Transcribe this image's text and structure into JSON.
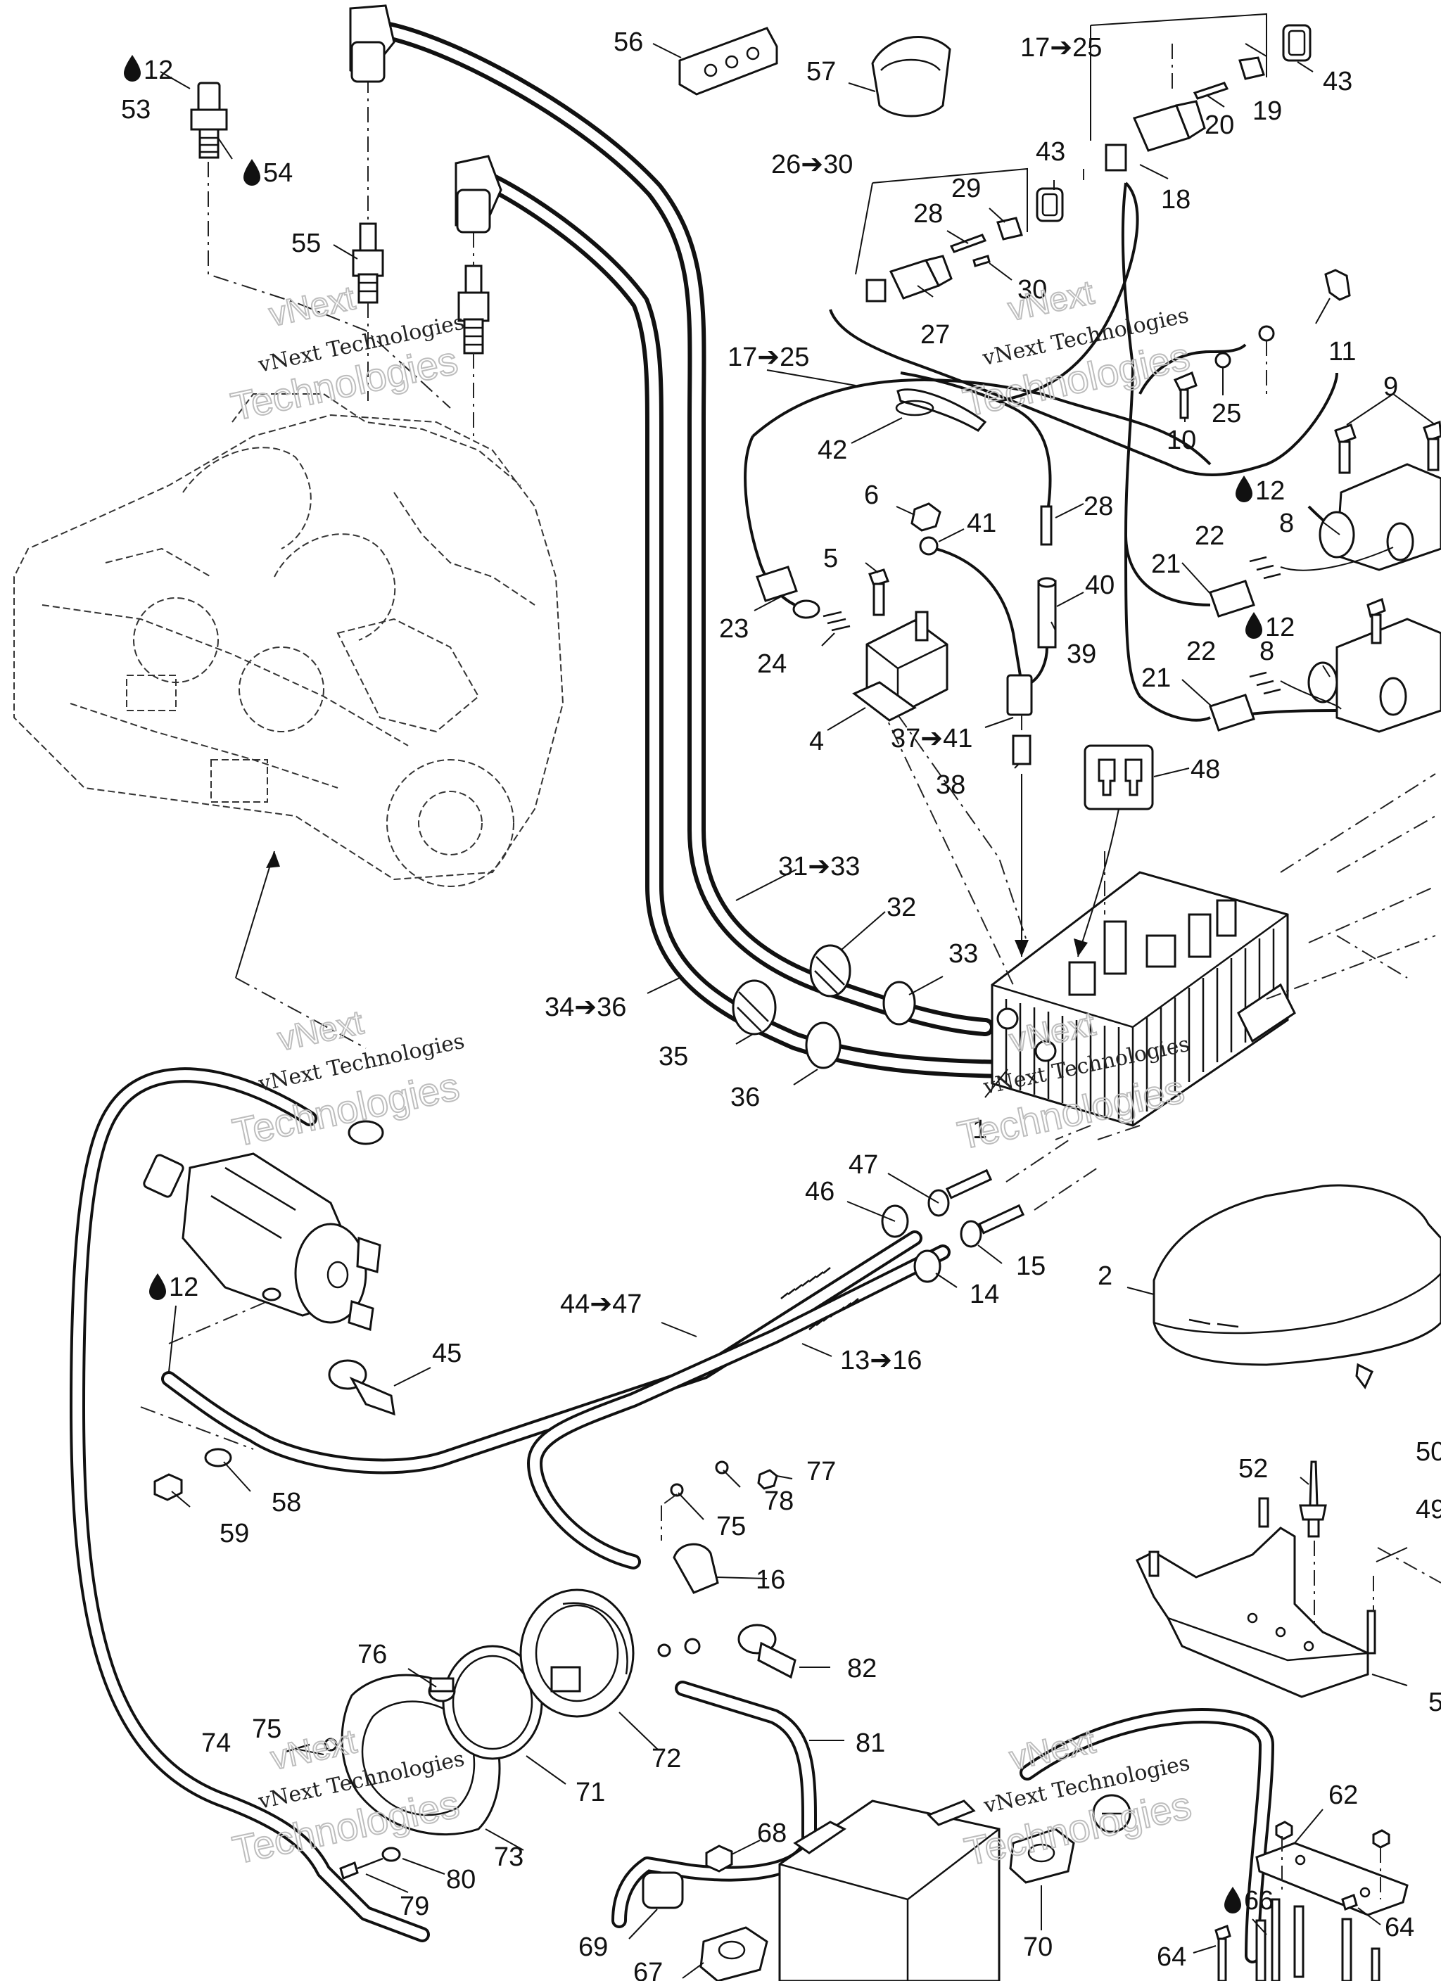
{
  "watermark": {
    "line1": "vNext Technologies",
    "line2": "Technologies",
    "line3": "vNext"
  },
  "labels": [
    {
      "id": "56",
      "text": "56"
    },
    {
      "id": "57",
      "text": "57"
    },
    {
      "id": "17_25a",
      "text": "17➔25"
    },
    {
      "id": "43a",
      "text": "43"
    },
    {
      "id": "19",
      "text": "19"
    },
    {
      "id": "20",
      "text": "20"
    },
    {
      "id": "18",
      "text": "18"
    },
    {
      "id": "43b",
      "text": "43"
    },
    {
      "id": "26_30",
      "text": "26➔30"
    },
    {
      "id": "29",
      "text": "29"
    },
    {
      "id": "28a",
      "text": "28"
    },
    {
      "id": "30",
      "text": "30"
    },
    {
      "id": "27",
      "text": "27"
    },
    {
      "id": "11",
      "text": "11"
    },
    {
      "id": "17_25b",
      "text": "17➔25"
    },
    {
      "id": "25",
      "text": "25"
    },
    {
      "id": "10",
      "text": "10"
    },
    {
      "id": "9",
      "text": "9"
    },
    {
      "id": "42",
      "text": "42"
    },
    {
      "id": "28b",
      "text": "28"
    },
    {
      "id": "6",
      "text": "6"
    },
    {
      "id": "41",
      "text": "41"
    },
    {
      "id": "12a",
      "text": "12"
    },
    {
      "id": "8a",
      "text": "8"
    },
    {
      "id": "5",
      "text": "5"
    },
    {
      "id": "40",
      "text": "40"
    },
    {
      "id": "21a",
      "text": "21"
    },
    {
      "id": "22a",
      "text": "22"
    },
    {
      "id": "23",
      "text": "23"
    },
    {
      "id": "39",
      "text": "39"
    },
    {
      "id": "12b",
      "text": "12"
    },
    {
      "id": "24",
      "text": "24"
    },
    {
      "id": "22b",
      "text": "22"
    },
    {
      "id": "8b",
      "text": "8"
    },
    {
      "id": "21b",
      "text": "21"
    },
    {
      "id": "4",
      "text": "4"
    },
    {
      "id": "37_41",
      "text": "37➔41"
    },
    {
      "id": "48",
      "text": "48"
    },
    {
      "id": "38",
      "text": "38"
    },
    {
      "id": "12c",
      "text": "12"
    },
    {
      "id": "53",
      "text": "53"
    },
    {
      "id": "54",
      "text": "54"
    },
    {
      "id": "55",
      "text": "55"
    },
    {
      "id": "31_33",
      "text": "31➔33"
    },
    {
      "id": "32",
      "text": "32"
    },
    {
      "id": "33",
      "text": "33"
    },
    {
      "id": "34_36",
      "text": "34➔36"
    },
    {
      "id": "35",
      "text": "35"
    },
    {
      "id": "36",
      "text": "36"
    },
    {
      "id": "1",
      "text": "1"
    },
    {
      "id": "47",
      "text": "47"
    },
    {
      "id": "46",
      "text": "46"
    },
    {
      "id": "15",
      "text": "15"
    },
    {
      "id": "14",
      "text": "14"
    },
    {
      "id": "2",
      "text": "2"
    },
    {
      "id": "12d",
      "text": "12"
    },
    {
      "id": "44_47",
      "text": "44➔47"
    },
    {
      "id": "13_16",
      "text": "13➔16"
    },
    {
      "id": "45",
      "text": "45"
    },
    {
      "id": "52",
      "text": "52"
    },
    {
      "id": "50",
      "text": "50"
    },
    {
      "id": "77",
      "text": "77"
    },
    {
      "id": "58",
      "text": "58"
    },
    {
      "id": "78",
      "text": "78"
    },
    {
      "id": "59",
      "text": "59"
    },
    {
      "id": "75a",
      "text": "75"
    },
    {
      "id": "49",
      "text": "49"
    },
    {
      "id": "16",
      "text": "16"
    },
    {
      "id": "82",
      "text": "82"
    },
    {
      "id": "76",
      "text": "76"
    },
    {
      "id": "5b",
      "text": "5"
    },
    {
      "id": "75b",
      "text": "75"
    },
    {
      "id": "81",
      "text": "81"
    },
    {
      "id": "74",
      "text": "74"
    },
    {
      "id": "72",
      "text": "72"
    },
    {
      "id": "71",
      "text": "71"
    },
    {
      "id": "62",
      "text": "62"
    },
    {
      "id": "73",
      "text": "73"
    },
    {
      "id": "68",
      "text": "68"
    },
    {
      "id": "80",
      "text": "80"
    },
    {
      "id": "79",
      "text": "79"
    },
    {
      "id": "66",
      "text": "66"
    },
    {
      "id": "69",
      "text": "69"
    },
    {
      "id": "70",
      "text": "70"
    },
    {
      "id": "64a",
      "text": "64"
    },
    {
      "id": "64b",
      "text": "64"
    },
    {
      "id": "67",
      "text": "67"
    }
  ]
}
